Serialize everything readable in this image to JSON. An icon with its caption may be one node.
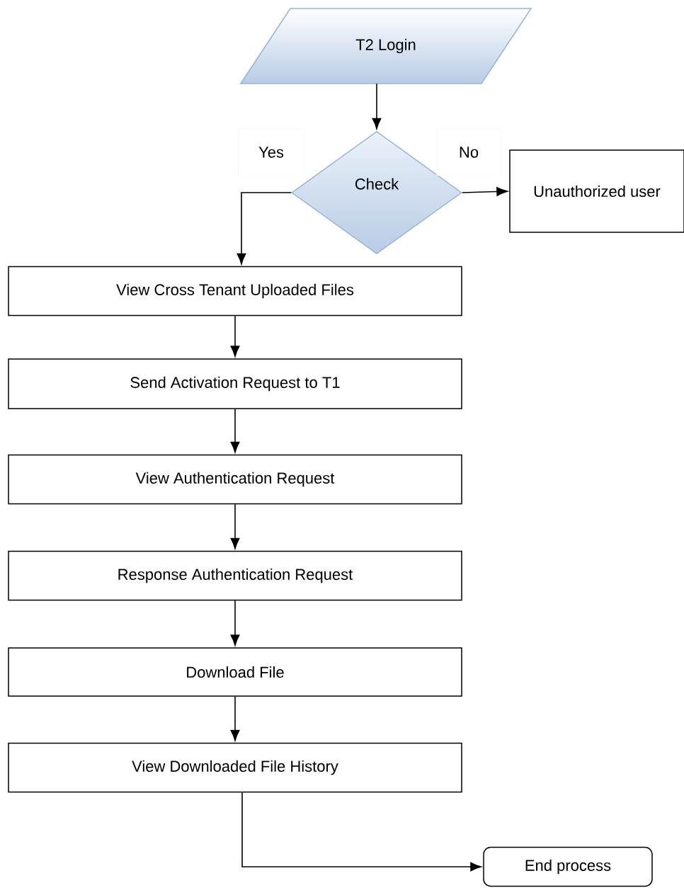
{
  "diagram": {
    "nodes": [
      {
        "text": [
          "T2 Login"
        ]
      },
      {
        "text": [
          "Check"
        ]
      },
      {
        "text": [
          "Unauthorized user"
        ]
      },
      {
        "text": [
          "View Cross Tenant Uploaded Files"
        ]
      },
      {
        "text": [
          "Send Activation Request to T1"
        ]
      },
      {
        "text": [
          "View Authentication Request"
        ]
      },
      {
        "text": [
          "Response Authentication Request"
        ]
      },
      {
        "text": [
          "Download File"
        ]
      },
      {
        "text": [
          "View Downloaded File History"
        ]
      },
      {
        "text": [
          "End process"
        ]
      }
    ],
    "edges": [
      {
        "from": 0,
        "to": 1,
        "arrow": "to"
      },
      {
        "from": 1,
        "to": 3,
        "arrow": "to",
        "label": "Yes"
      },
      {
        "from": 1,
        "to": 2,
        "arrow": "to",
        "label": "No"
      },
      {
        "from": 3,
        "to": 4,
        "arrow": "to"
      },
      {
        "from": 4,
        "to": 5,
        "arrow": "to"
      },
      {
        "from": 5,
        "to": 6,
        "arrow": "to"
      },
      {
        "from": 6,
        "to": 7,
        "arrow": "to"
      },
      {
        "from": 7,
        "to": 8,
        "arrow": "to"
      },
      {
        "from": 8,
        "to": 9,
        "arrow": "to"
      }
    ]
  }
}
